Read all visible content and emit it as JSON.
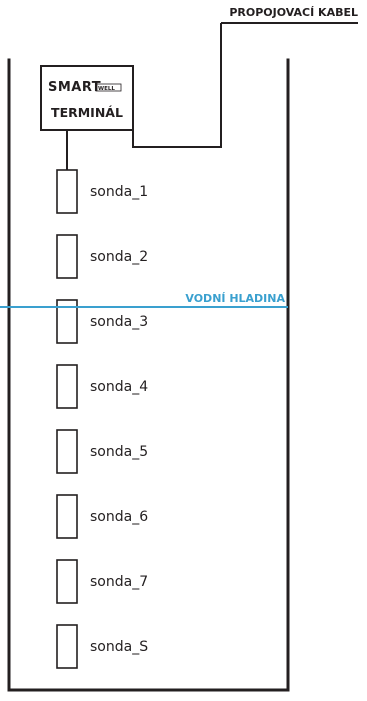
{
  "cable_label": "PROPOJOVACÍ KABEL",
  "water_label": "VODNÍ HLADINA",
  "terminal": {
    "logo_main": "SMART",
    "logo_sub": "WELL",
    "label": "TERMINÁL"
  },
  "probes": [
    {
      "label": "sonda_1"
    },
    {
      "label": "sonda_2"
    },
    {
      "label": "sonda_3"
    },
    {
      "label": "sonda_4"
    },
    {
      "label": "sonda_5"
    },
    {
      "label": "sonda_6"
    },
    {
      "label": "sonda_7"
    },
    {
      "label": "sonda_S"
    }
  ],
  "colors": {
    "water": "#3aa0cf",
    "lines": "#231f20"
  }
}
